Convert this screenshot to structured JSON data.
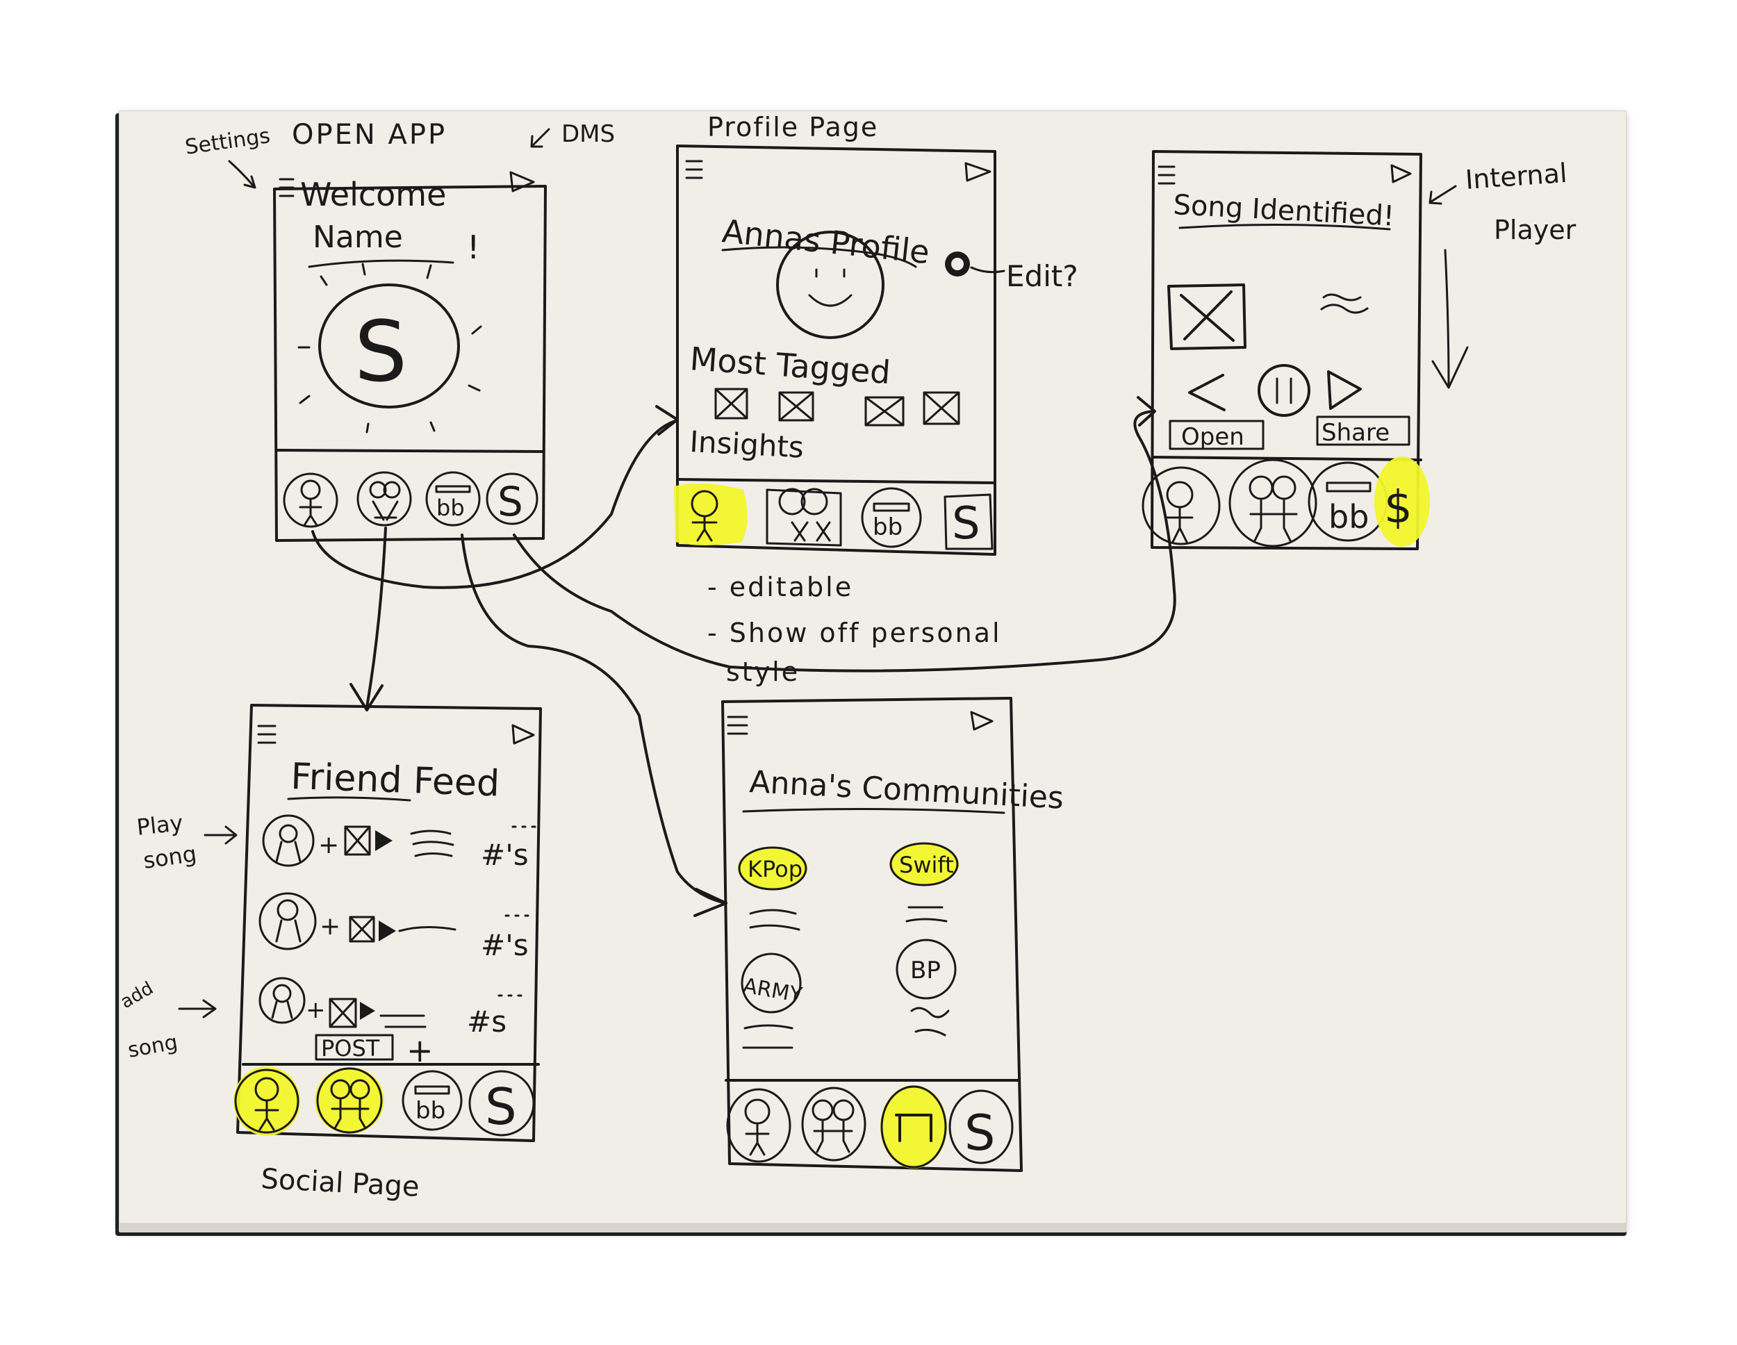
{
  "annotations": {
    "settings": "Settings",
    "open_app": "OPEN APP",
    "dms": "DMS",
    "profile_page": "Profile Page",
    "internal_player": "Internal Player",
    "internal": "Internal",
    "player": "Player",
    "edit": "Edit?",
    "play_song_1": "Play",
    "play_song_2": "song",
    "add_song_1": "add",
    "add_song_2": "song",
    "social_page": "Social Page",
    "note_editable": "- editable",
    "note_show_off_1": "- Show off personal",
    "note_show_off_2": "style"
  },
  "screens": {
    "home": {
      "title_line1": "Welcome",
      "title_line2": "Name",
      "exclaim": "!",
      "logo_letter": "S"
    },
    "profile": {
      "title": "Annas Profile",
      "section_tagged": "Most Tagged",
      "section_insights": "Insights"
    },
    "player": {
      "title": "Song Identified!",
      "open_button": "Open",
      "share_button": "Share"
    },
    "feed": {
      "title": "Friend Feed",
      "row_tags": [
        "#'s",
        "#'s",
        "#s"
      ],
      "post_button": "POST",
      "plus": "+"
    },
    "communities": {
      "title": "Anna's Communities",
      "groups": [
        "KPop",
        "Swift",
        "ARMY",
        "BP"
      ]
    }
  },
  "nav": {
    "beamed_note_label": "bb",
    "dollar_label": "$",
    "s_label": "S"
  },
  "colors": {
    "ink": "#1a1a1a",
    "paper": "#f1eee8",
    "highlight": "#f2f52a"
  }
}
